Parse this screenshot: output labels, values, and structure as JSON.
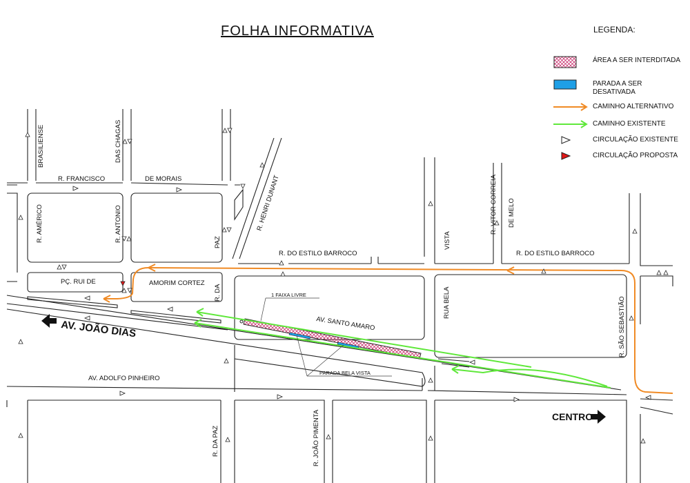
{
  "title": "FOLHA INFORMATIVA",
  "legend": {
    "title": "LEGENDA:",
    "items": [
      {
        "icon": "hatched-area-icon",
        "label": "ÁREA A SER INTERDITADA"
      },
      {
        "icon": "blue-stop-icon",
        "label": "PARADA A SER DESATIVADA"
      },
      {
        "icon": "orange-arrow-icon",
        "label": "CAMINHO ALTERNATIVO"
      },
      {
        "icon": "green-arrow-icon",
        "label": "CAMINHO EXISTENTE"
      },
      {
        "icon": "white-triangle-icon",
        "label": "CIRCULAÇÃO EXISTENTE"
      },
      {
        "icon": "red-triangle-icon",
        "label": "CIRCULAÇÃO PROPOSTA"
      }
    ]
  },
  "streets": {
    "brasiliense": "BRASILIENSE",
    "das_chagas": "DAS CHAGAS",
    "francisco": "R. FRANCISCO",
    "de_morais": "DE MORAIS",
    "americo": "R. AMÉRICO",
    "antonio": "R. ANTONIO",
    "paz": "PAZ",
    "henri_dunant": "R. HENRI DUNANT",
    "estilo_barroco_1": "R. DO ESTILO BARROCO",
    "estilo_barroco_2": "R. DO ESTILO BARROCO",
    "vista": "VISTA",
    "vitor_correia": "R. VITOR CORREIA",
    "de_melo": "DE MELO",
    "pc_rui_de": "PÇ. RUI DE",
    "amorim_cortez": "AMORIM CORTEZ",
    "r_da": "R. DA",
    "rua_bela": "RUA BELA",
    "sao_sebastiao": "R. SÃO SEBASTIÃO",
    "santo_amaro": "AV. SANTO AMARO",
    "joao_dias": "AV. JOÃO DIAS",
    "adolfo_pinheiro": "AV. ADOLFO PINHEIRO",
    "da_paz": "R. DA PAZ",
    "joao_pimenta": "R. JOÃO PIMENTA",
    "centro": "CENTRO"
  },
  "annotations": {
    "faixa_livre": "1 FAIXA LIVRE",
    "parada": "PARADA BELA VISTA"
  },
  "colors": {
    "alternative_route": "#f08a24",
    "existing_route": "#5fe83a",
    "closed_area": "#c8326e",
    "stop": "#1e9fe6",
    "proposed_circulation": "#e01818"
  }
}
